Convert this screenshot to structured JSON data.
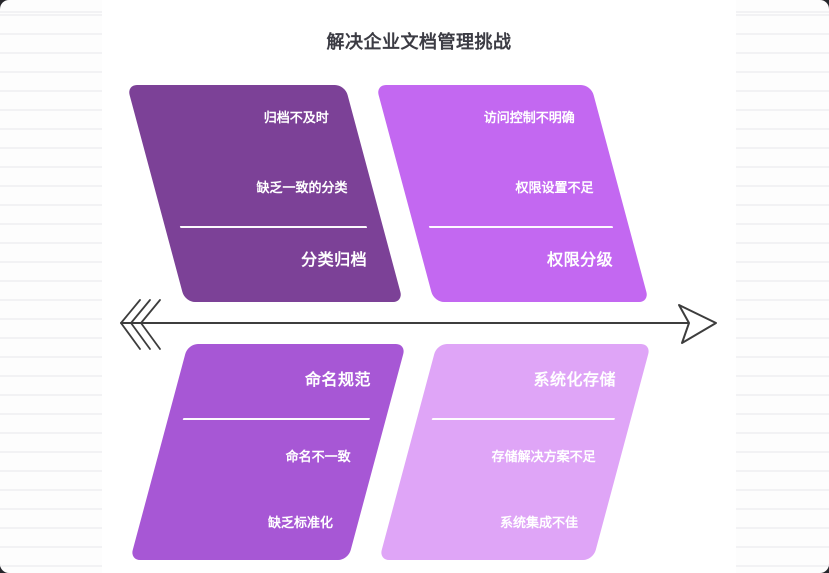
{
  "page": {
    "title": "解决企业文档管理挑战"
  },
  "arrow": {
    "direction": "right",
    "color": "#3d3d3d"
  },
  "colors": {
    "branch_top_left": "#7c4197",
    "branch_top_right": "#c368f1",
    "branch_bottom_left": "#a757d5",
    "branch_bottom_right": "#dfa5f7",
    "divider": "#ffffff",
    "title_text": "#3c3c44",
    "branch_text": "#ffffff"
  },
  "branches": {
    "top": [
      {
        "name": "分类归档",
        "color": "#7c4197",
        "items": [
          "归档不及时",
          "缺乏一致的分类"
        ]
      },
      {
        "name": "权限分级",
        "color": "#c368f1",
        "items": [
          "访问控制不明确",
          "权限设置不足"
        ]
      }
    ],
    "bottom": [
      {
        "name": "命名规范",
        "color": "#a757d5",
        "items": [
          "命名不一致",
          "缺乏标准化"
        ]
      },
      {
        "name": "系统化存储",
        "color": "#dfa5f7",
        "items": [
          "存储解决方案不足",
          "系统集成不佳"
        ]
      }
    ]
  }
}
